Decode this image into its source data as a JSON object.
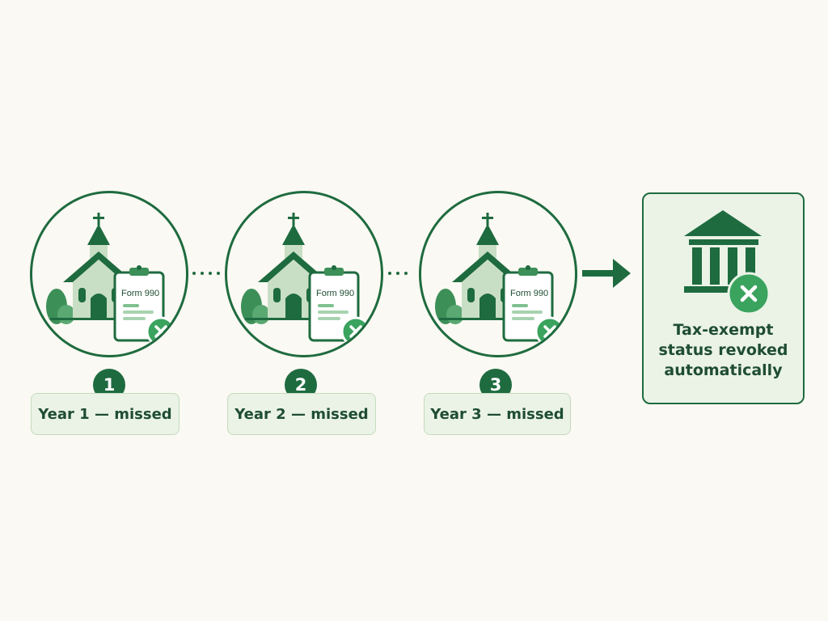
{
  "steps": [
    {
      "number": "1",
      "form_label": "Form 990",
      "label": "Year 1 — missed"
    },
    {
      "number": "2",
      "form_label": "Form 990",
      "label": "Year 2 — missed"
    },
    {
      "number": "3",
      "form_label": "Form 990",
      "label": "Year 3 — missed"
    }
  ],
  "result": {
    "line1": "Tax-exempt",
    "line2": "status revoked",
    "line3": "automatically"
  },
  "colors": {
    "primary": "#1e6b3f",
    "accent": "#3aa35e",
    "light": "#eaf3e6",
    "background": "#fbf9f3"
  },
  "icons": [
    "church-icon",
    "clipboard-icon",
    "close-icon",
    "arrow-right-icon",
    "government-building-icon"
  ]
}
